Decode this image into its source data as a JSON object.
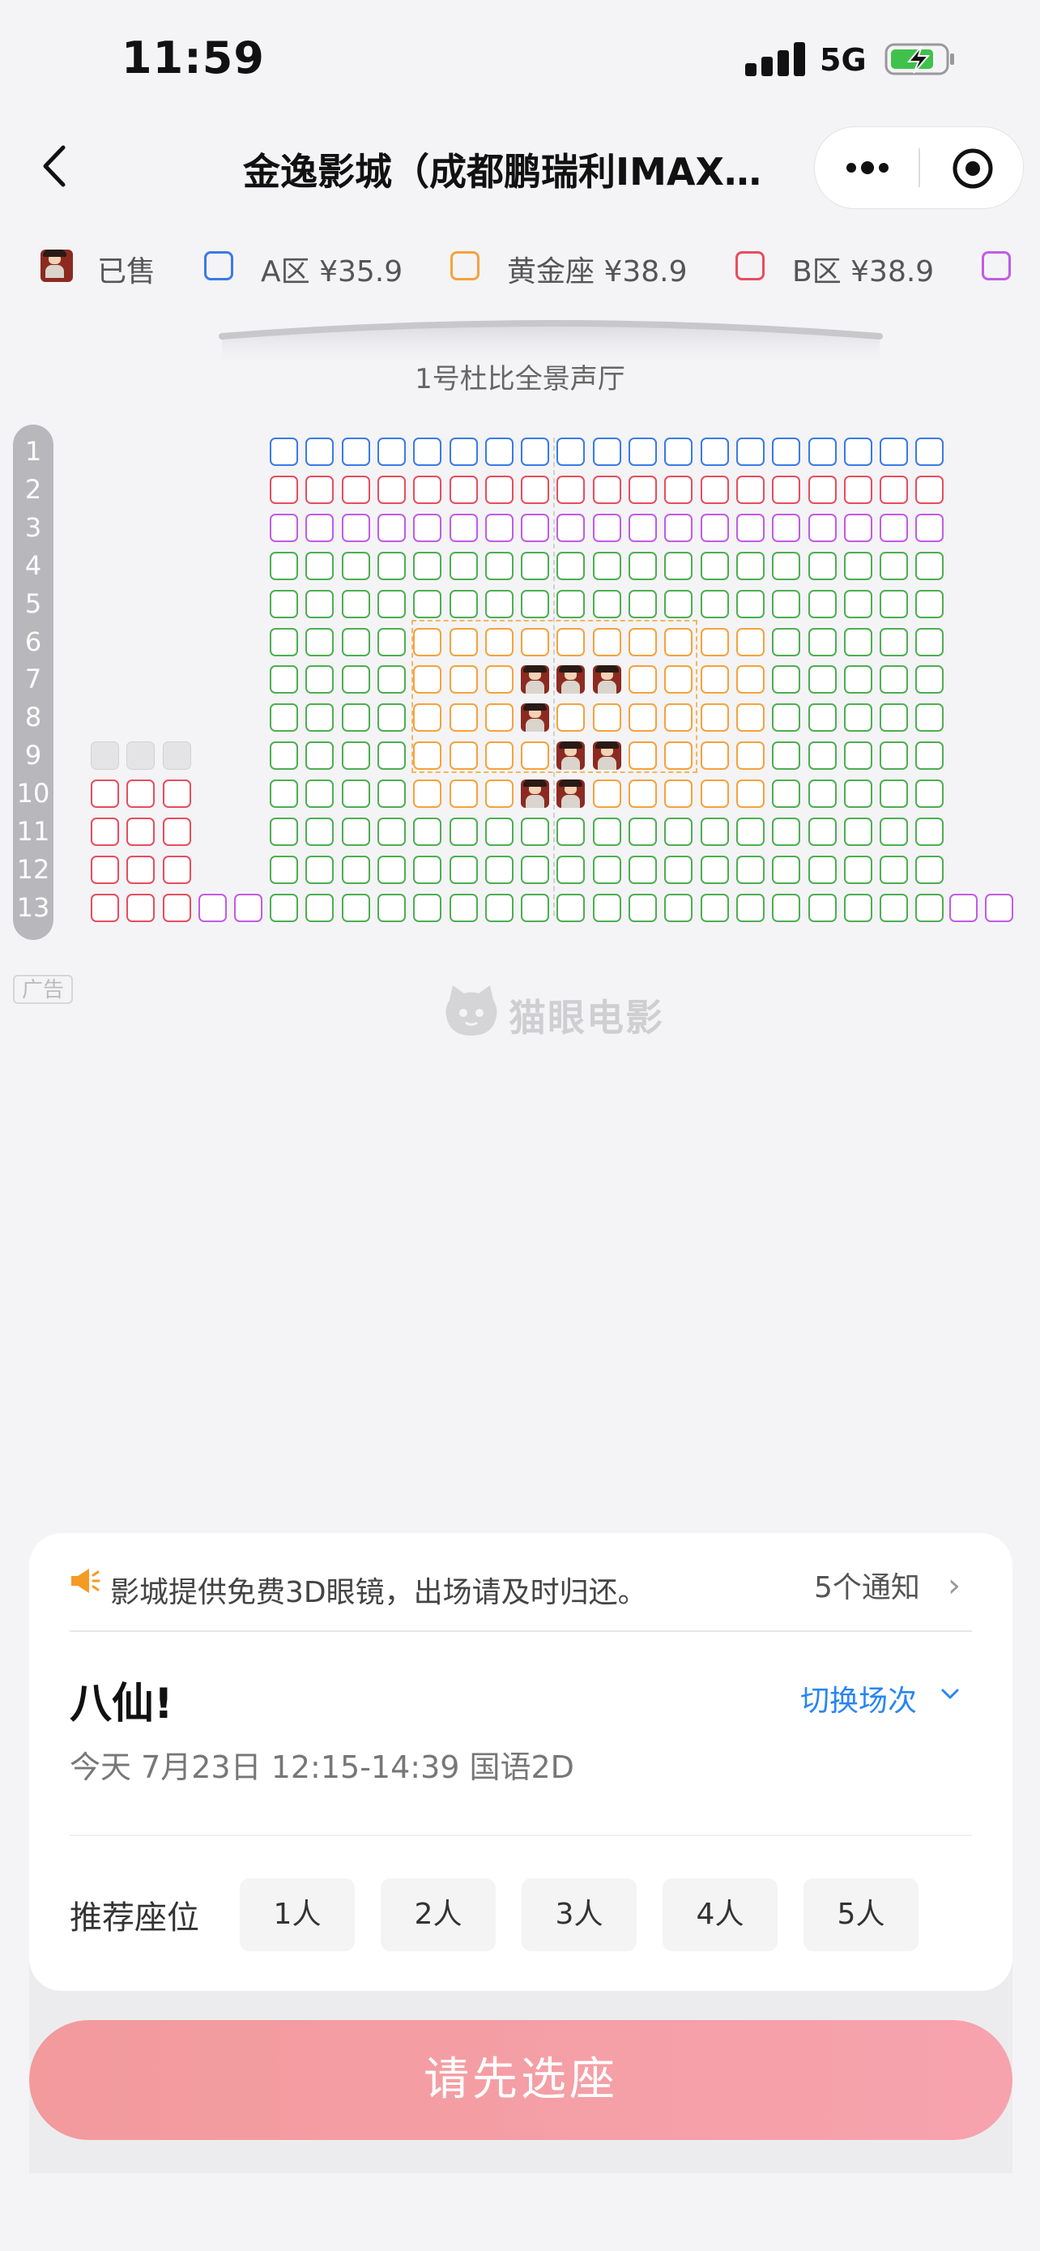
{
  "status_bar": {
    "time": "11:59",
    "network": "5G"
  },
  "nav": {
    "title": "金逸影城（成都鹏瑞利IMAX…"
  },
  "legend": [
    {
      "label": "已售",
      "type": "sold"
    },
    {
      "label": "A区 ¥35.9",
      "type": "a",
      "color": "#3a7ae6"
    },
    {
      "label": "黄金座 ¥38.9",
      "type": "gold",
      "color": "#f5a23c"
    },
    {
      "label": "B区 ¥38.9",
      "type": "b",
      "color": "#e84d5e"
    },
    {
      "label": "",
      "type": "c",
      "color": "#c25be6"
    }
  ],
  "colors": {
    "a": "#3a7ae6",
    "gold": "#f5a23c",
    "b": "#e84d5e",
    "c": "#c25be6",
    "g": "#4caf50",
    "x": "#d2d2d4",
    "accent_blue": "#2a86f0",
    "cta": "#f29a9c"
  },
  "hall": {
    "name": "1号杜比全景声厅"
  },
  "rows": [
    "1",
    "2",
    "3",
    "4",
    "5",
    "6",
    "7",
    "8",
    "9",
    "10",
    "11",
    "12",
    "13"
  ],
  "seat_map": {
    "main_rows": [
      "AAAAAAAAAAAAAAAAAAA",
      "BBBBBBBBBBBBBBBBBBB",
      "CCCCCCCCCCCCCCCCCCC",
      "GGGGGGGGGGGGGGGGGGG",
      "GGGGGGGGGGGGGGGGGGG",
      "GGGGYYYYYYYYYYGGGGG",
      "GGGGYYYSSSYYYYGGGGG",
      "GGGGYYYSYYYYYYGGGGG",
      "GGGGYYYYSSYYYYGGGGG",
      "GGGGYYYSSYYYYYGGGGG",
      "GGGGGGGGGGGGGGGGGGG",
      "GGGGGGGGGGGGGGGGGGG",
      "GGGGGGGGGGGGGGGGGGG"
    ],
    "left_rows": {
      "9": "XXX",
      "10": "BBB",
      "11": "BBB",
      "12": "BBB",
      "13": "BBBCC"
    },
    "right_rows": {
      "13": "CC"
    }
  },
  "ad_tag": "广告",
  "watermark": "猫眼电影",
  "notice": {
    "text": "影城提供免费3D眼镜，出场请及时归还。",
    "count": "5个通知"
  },
  "movie": {
    "title": "八仙!",
    "switch_label": "切换场次",
    "showtime": "今天 7月23日 12:15-14:39 国语2D"
  },
  "recommend": {
    "label": "推荐座位",
    "options": [
      "1人",
      "2人",
      "3人",
      "4人",
      "5人"
    ]
  },
  "cta": {
    "label": "请先选座"
  }
}
